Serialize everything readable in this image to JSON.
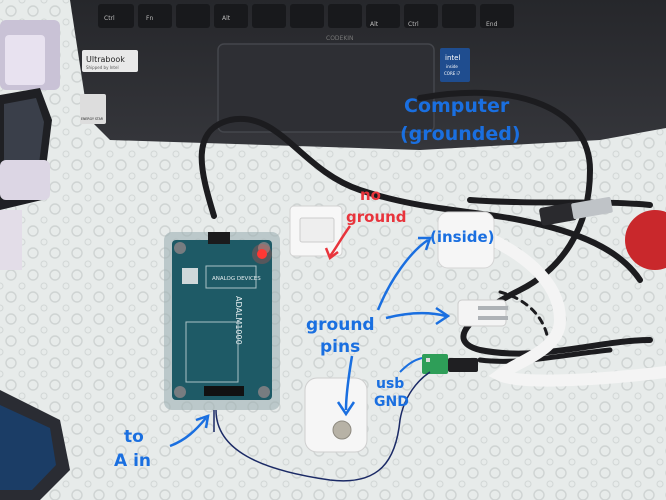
{
  "laptop": {
    "keys": [
      "Ctrl",
      "Fn",
      "",
      "Alt",
      "",
      "Alt",
      "Ctrl",
      "",
      "",
      "End"
    ],
    "badge_ultrabook": "Ultrabook",
    "badge_ultrabook_sub": "Shipped by Intel",
    "badge_intel": "intel",
    "badge_intel_sub1": "inside",
    "badge_intel_sub2": "CORE i7",
    "badge_energy": "ENERGY STAR",
    "brand": "CODEKIN"
  },
  "device": {
    "brand": "ANALOG DEVICES",
    "model": "ADALM1000"
  },
  "annotations": {
    "computer_line1": "Computer",
    "computer_line2": "(grounded)",
    "no_ground_line1": "no",
    "no_ground_line2": "ground",
    "inside": "(inside)",
    "ground_pins_line1": "ground",
    "ground_pins_line2": "pins",
    "usb_gnd_line1": "usb",
    "usb_gnd_line2": "GND",
    "to_a_in_line1": "to",
    "to_a_in_line2": "A in"
  },
  "colors": {
    "annotation_blue": "#1a6fe0",
    "annotation_red": "#e8343c",
    "laptop_black": "#2b2c30",
    "board_teal": "#1e5a66",
    "doily": "#e9eceb"
  }
}
